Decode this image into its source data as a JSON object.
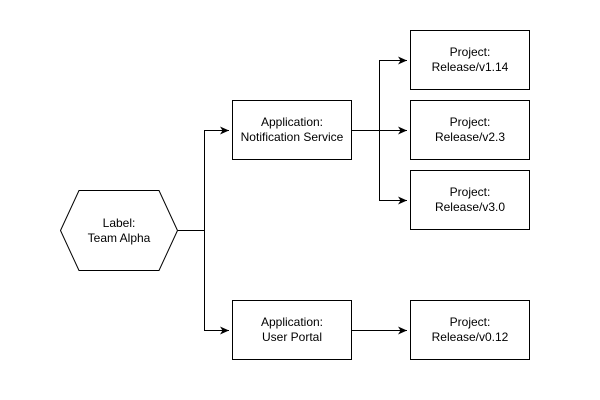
{
  "diagram": {
    "background_color": "#ffffff",
    "stroke_color": "#000000",
    "text_color": "#000000",
    "nodes": {
      "team_alpha": {
        "shape": "hexagon",
        "line1": "Label:",
        "line2": "Team Alpha"
      },
      "app_notification_service": {
        "shape": "rectangle",
        "line1": "Application:",
        "line2": "Notification Service"
      },
      "app_user_portal": {
        "shape": "rectangle",
        "line1": "Application:",
        "line2": "User Portal"
      },
      "project_release_v1_14": {
        "shape": "rectangle",
        "line1": "Project:",
        "line2": "Release/v1.14"
      },
      "project_release_v2_3": {
        "shape": "rectangle",
        "line1": "Project:",
        "line2": "Release/v2.3"
      },
      "project_release_v3_0": {
        "shape": "rectangle",
        "line1": "Project:",
        "line2": "Release/v3.0"
      },
      "project_release_v0_12": {
        "shape": "rectangle",
        "line1": "Project:",
        "line2": "Release/v0.12"
      }
    },
    "edges": [
      {
        "from": "team_alpha",
        "to": "app_notification_service"
      },
      {
        "from": "team_alpha",
        "to": "app_user_portal"
      },
      {
        "from": "app_notification_service",
        "to": "project_release_v1_14"
      },
      {
        "from": "app_notification_service",
        "to": "project_release_v2_3"
      },
      {
        "from": "app_notification_service",
        "to": "project_release_v3_0"
      },
      {
        "from": "app_user_portal",
        "to": "project_release_v0_12"
      }
    ]
  }
}
